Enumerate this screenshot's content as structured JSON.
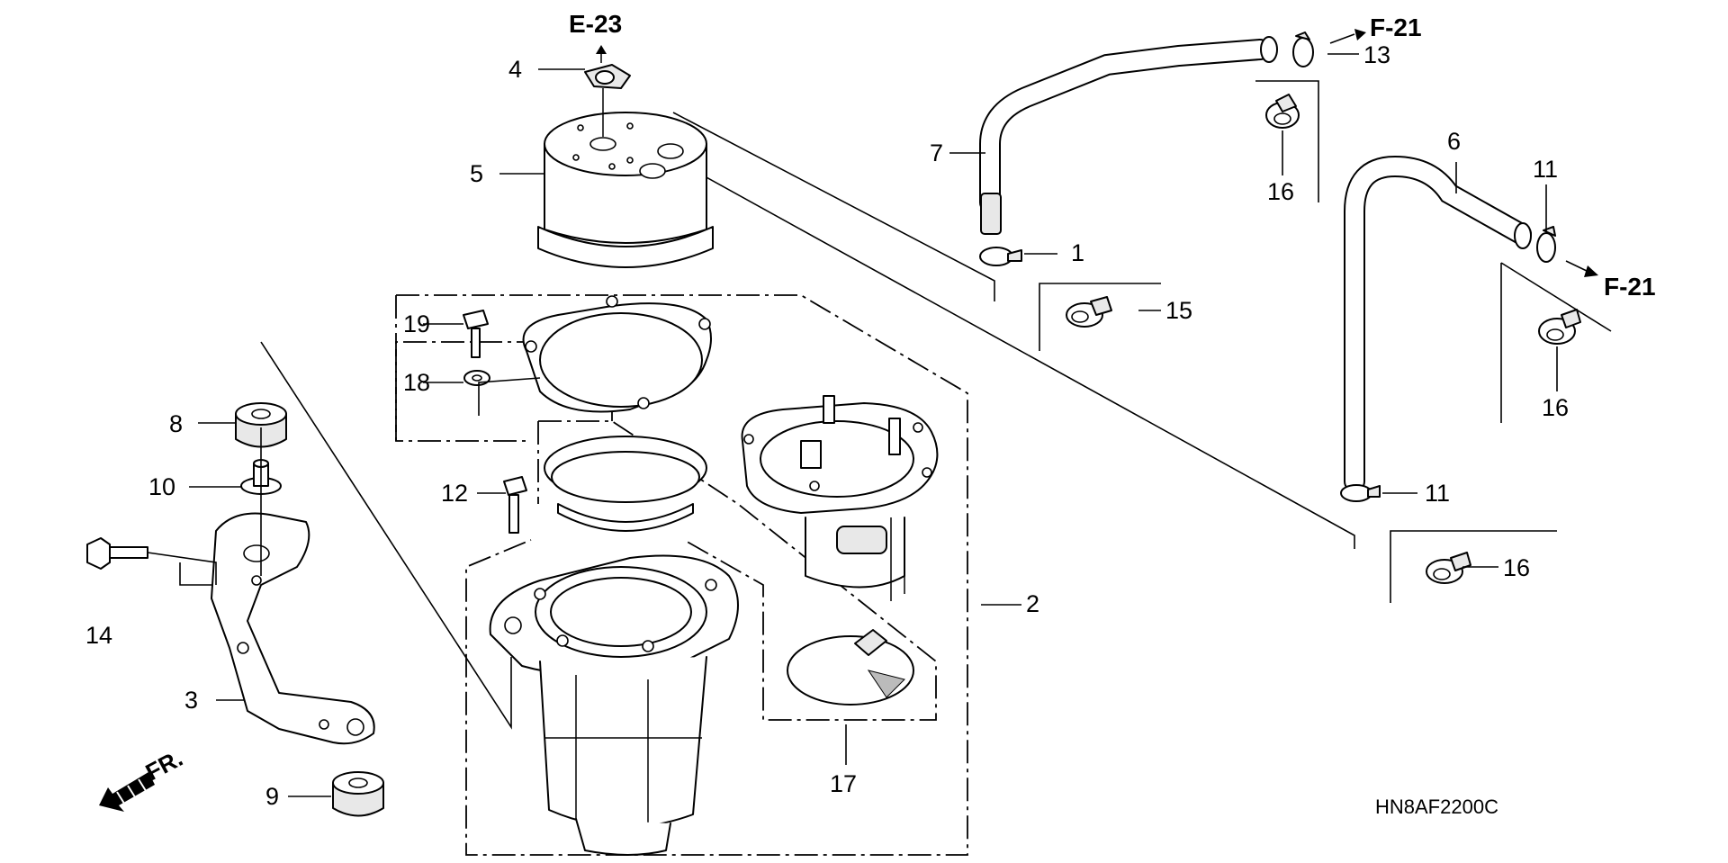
{
  "diagram": {
    "drawing_code": "HN8AF2200C",
    "front_label": "FR.",
    "refs": {
      "e23": "E-23",
      "f21_top": "F-21",
      "f21_right": "F-21"
    },
    "callouts": [
      {
        "id": "c1",
        "label": "1"
      },
      {
        "id": "c2",
        "label": "2"
      },
      {
        "id": "c3",
        "label": "3"
      },
      {
        "id": "c4",
        "label": "4"
      },
      {
        "id": "c5",
        "label": "5"
      },
      {
        "id": "c6",
        "label": "6"
      },
      {
        "id": "c7",
        "label": "7"
      },
      {
        "id": "c8",
        "label": "8"
      },
      {
        "id": "c9",
        "label": "9"
      },
      {
        "id": "c10",
        "label": "10"
      },
      {
        "id": "c11a",
        "label": "11"
      },
      {
        "id": "c11b",
        "label": "11"
      },
      {
        "id": "c12",
        "label": "12"
      },
      {
        "id": "c13",
        "label": "13"
      },
      {
        "id": "c14",
        "label": "14"
      },
      {
        "id": "c15",
        "label": "15"
      },
      {
        "id": "c16a",
        "label": "16"
      },
      {
        "id": "c16b",
        "label": "16"
      },
      {
        "id": "c16c",
        "label": "16"
      },
      {
        "id": "c17",
        "label": "17"
      },
      {
        "id": "c18",
        "label": "18"
      },
      {
        "id": "c19",
        "label": "19"
      }
    ]
  }
}
